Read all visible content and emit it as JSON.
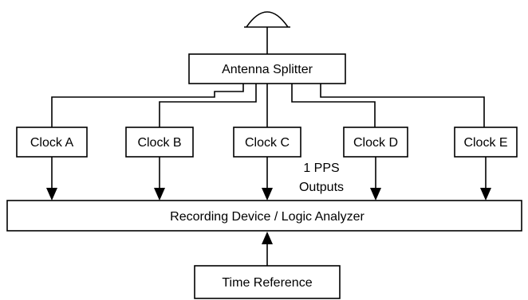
{
  "diagram": {
    "antenna": {
      "label": "",
      "icon": "antenna-dome-icon"
    },
    "splitter": {
      "label": "Antenna Splitter"
    },
    "clocks": [
      {
        "id": "a",
        "label": "Clock A"
      },
      {
        "id": "b",
        "label": "Clock B"
      },
      {
        "id": "c",
        "label": "Clock C"
      },
      {
        "id": "d",
        "label": "Clock D"
      },
      {
        "id": "e",
        "label": "Clock E"
      }
    ],
    "pps_label": {
      "line1": "1 PPS",
      "line2": "Outputs"
    },
    "recorder": {
      "label": "Recording Device / Logic Analyzer"
    },
    "time_reference": {
      "label": "Time Reference"
    }
  }
}
